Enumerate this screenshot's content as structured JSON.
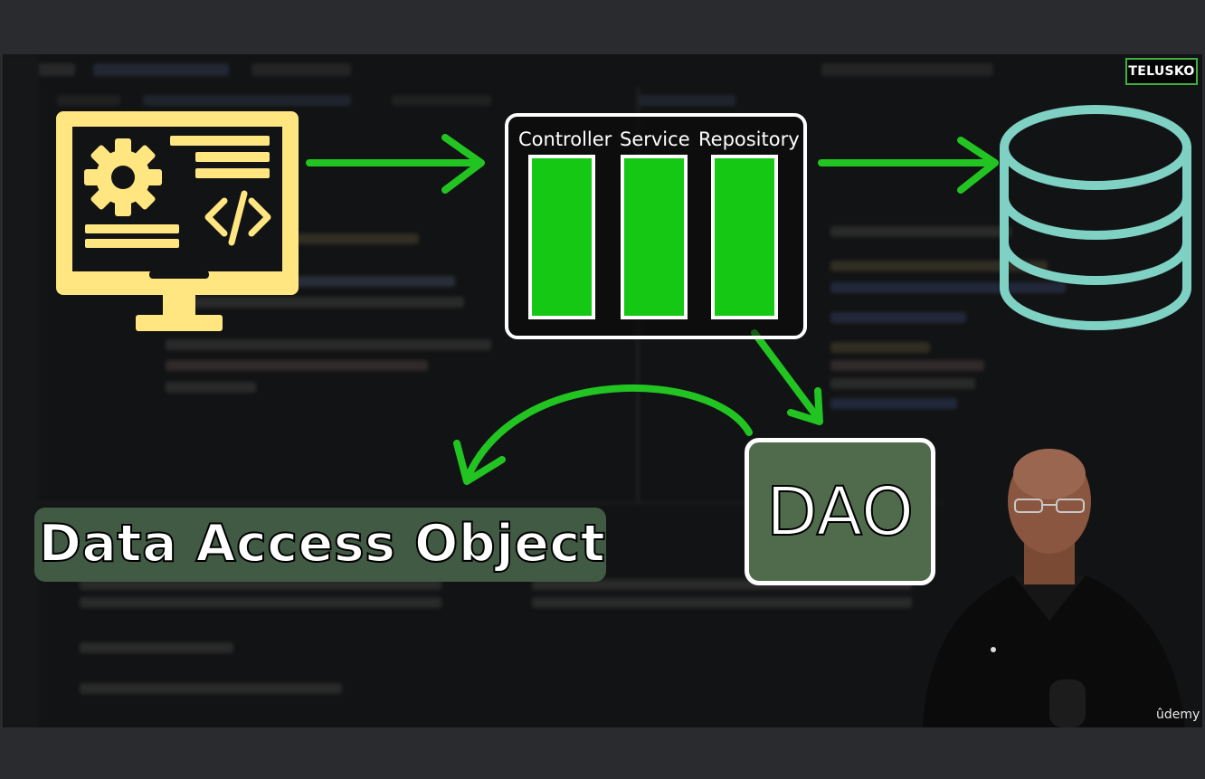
{
  "channel_logo": "TELUSKO",
  "layers": {
    "controller_label": "Controller",
    "service_label": "Service",
    "repository_label": "Repository"
  },
  "dao_label": "DAO",
  "title": "Data Access Object",
  "watermark": "ûdemy",
  "icons": {
    "client": "computer-monitor-gear-code-icon",
    "database": "database-cylinder-icon"
  },
  "colors": {
    "client_icon": "#ffe680",
    "arrows": "#22c422",
    "layer_bars": "#14c814",
    "database": "#7fd1c4",
    "dao_fill": "#4f6b4c",
    "title_pill": "#415a43"
  }
}
